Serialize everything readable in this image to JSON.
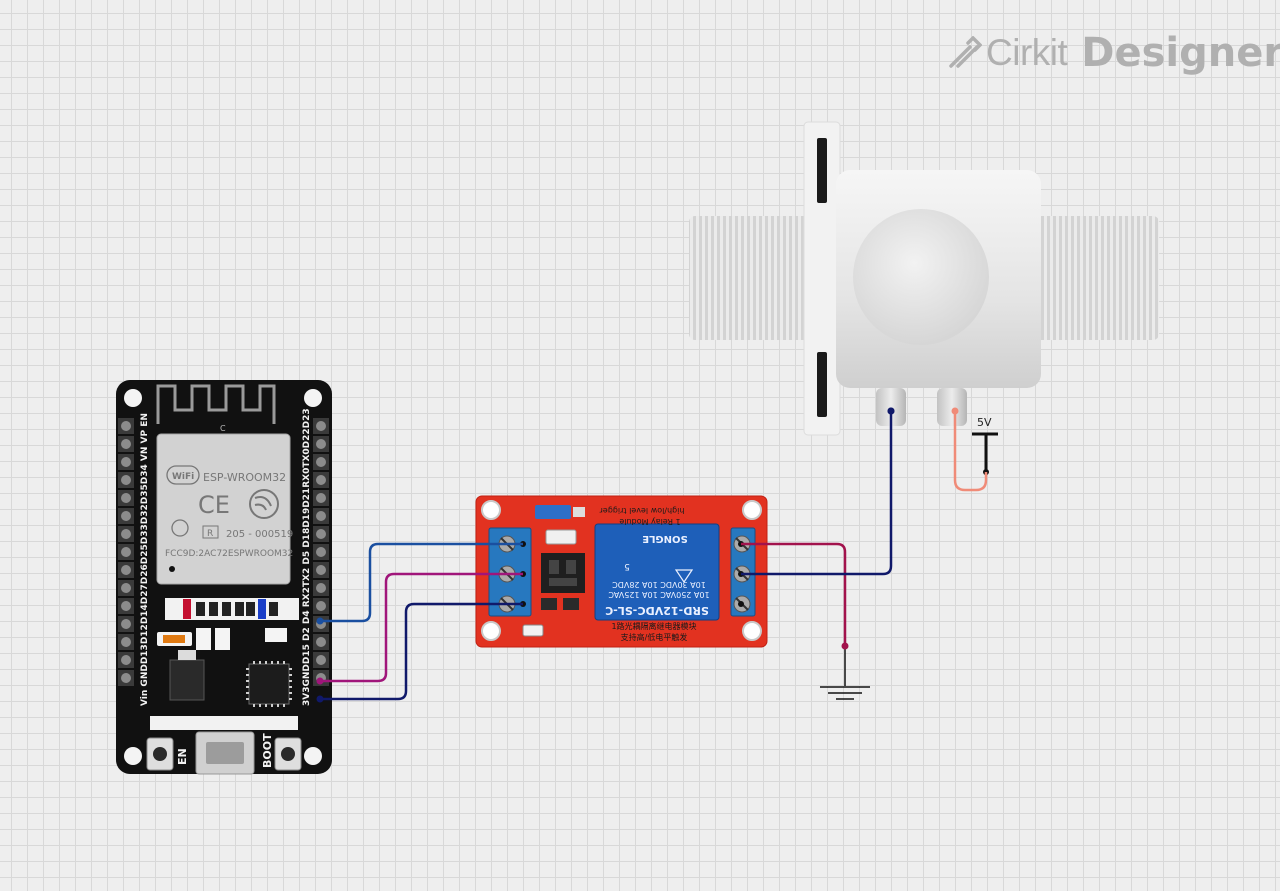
{
  "branding": {
    "name_part1": "Cirkit",
    "name_part2": "Designer"
  },
  "esp32": {
    "module_name": "ESP-WROOM32",
    "wifi_badge": "WiFi",
    "cert_number": "205 - 000519",
    "fcc_id": "FCC9D:2AC72ESPWROOM32",
    "antenna_mark": "C",
    "registered_mark": "R",
    "ce_mark": "CE",
    "left_pins": "Vin GNDD13D12D14D27D26D25D33D32D35D34 VN VP EN",
    "right_pins": "3V3GNDD15 D2 D4 RX2TX2 D5 D18D19D21RX0TX0D22D23",
    "en_button_label": "EN",
    "boot_button_label": "BOOT"
  },
  "relay": {
    "top_text_1": "high/low level trigger",
    "top_text_2": "1 Relay Module",
    "relay_model": "SRD-12VDC-SL-C",
    "ratings": [
      "10A 250VAC 10A 125VAC",
      "10A 30VDC 10A 28VDC"
    ],
    "brand": "SONGLE",
    "bottom_text_1": "1路光耦隔离继电器模块",
    "bottom_text_2": "支持高/低电平触发",
    "relay_number": "5"
  },
  "power": {
    "label": "5V"
  },
  "colors": {
    "wire_blue": "#1a4fa0",
    "wire_magenta": "#a0157a",
    "wire_navy": "#10196a",
    "wire_crimson": "#a2124c",
    "wire_salmon": "#f08b78",
    "board_black": "#111111",
    "relay_red": "#e23220"
  }
}
